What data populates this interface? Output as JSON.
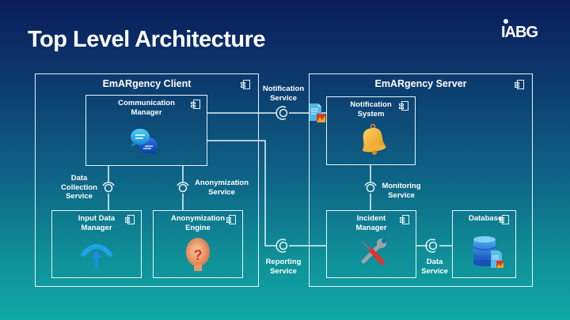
{
  "header": {
    "title": "Top Level Architecture",
    "logo_text": "IABG"
  },
  "containers": {
    "client": {
      "title": "EmARgency Client"
    },
    "server": {
      "title": "EmARgency Server"
    }
  },
  "components": {
    "communication_manager": {
      "title_line1": "Communication",
      "title_line2": "Manager",
      "icon": "chat-bubbles-icon"
    },
    "input_data_manager": {
      "title_line1": "Input Data",
      "title_line2": "Manager",
      "icon": "upload-arrow-icon"
    },
    "anonymization_engine": {
      "title_line1": "Anonymization",
      "title_line2": "Engine",
      "icon": "anonymous-head-icon"
    },
    "notification_system": {
      "title_line1": "Notification",
      "title_line2": "System",
      "icon": "bell-icon"
    },
    "incident_manager": {
      "title_line1": "Incident",
      "title_line2": "Manager",
      "icon": "tools-icon"
    },
    "database": {
      "title_line1": "Database",
      "title_line2": "",
      "icon": "database-icon"
    }
  },
  "interfaces": {
    "notification_service": {
      "line1": "Notification",
      "line2": "Service"
    },
    "data_collection_service": {
      "line1": "Data",
      "line2": "Collection",
      "line3": "Service"
    },
    "anonymization_service": {
      "line1": "Anonymization",
      "line2": "Service"
    },
    "monitoring_service": {
      "line1": "Monitoring",
      "line2": "Service"
    },
    "reporting_service": {
      "line1": "Reporting",
      "line2": "Service"
    },
    "data_service": {
      "line1": "Data",
      "line2": "Service"
    }
  },
  "colors": {
    "line": "#e8f4f6",
    "bg_top": "#0b1c5a",
    "bg_bottom": "#10a8a6"
  }
}
